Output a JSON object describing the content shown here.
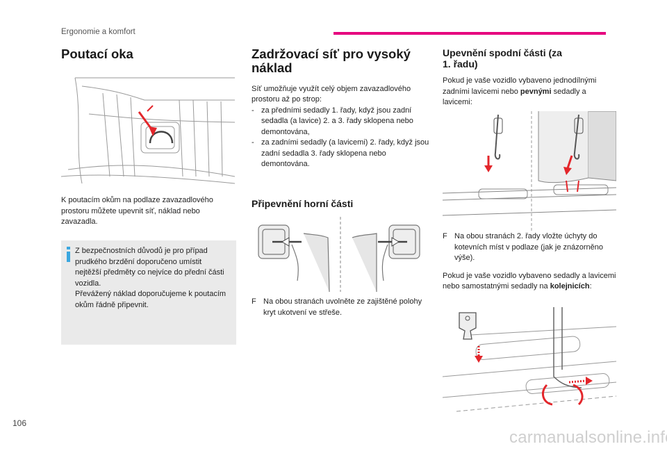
{
  "header": {
    "section": "Ergonomie a komfort",
    "accent_color": "#e6007e"
  },
  "page_number": "106",
  "watermark": "carmanualsonline.info",
  "col1": {
    "title": "Poutací oka",
    "body": "K poutacím okům na podlaze zavazadlového prostoru můžete upevnit síť, náklad nebo zavazadla.",
    "info_icon": "info-icon",
    "info_line1": "Z bezpečnostních důvodů je pro případ prudkého brzdění doporučeno umístit nejtěžší předměty co nejvíce do přední části vozidla.",
    "info_line2": "Převážený náklad doporučujeme k poutacím okům řádně připevnit."
  },
  "col2": {
    "title_line1": "Zadržovací síť pro vysoký",
    "title_line2": "náklad",
    "intro": "Síť umožňuje využít celý objem zavazadlového prostoru až po strop:",
    "items": [
      "za předními sedadly 1. řady, když jsou zadní sedadla (a lavice) 2. a 3. řady sklopena nebo demontována,",
      "za zadními sedadly (a lavicemi) 2. řady, když jsou zadní sedadla 3. řady sklopena nebo demontována."
    ],
    "subtitle": "Připevnění horní části",
    "check_mark": "F",
    "step": "Na obou stranách uvolněte ze zajištěné polohy kryt ukotvení ve střeše."
  },
  "col3": {
    "title_line1": "Upevnění spodní části (za",
    "title_line2": "1. řadu)",
    "p1_before": "Pokud je vaše vozidlo vybaveno jednodílnými zadními lavicemi nebo ",
    "p1_bold": "pevnými",
    "p1_after": " sedadly a lavicemi:",
    "check_mark": "F",
    "step": "Na obou stranách 2. řady vložte úchyty do kotevních míst v podlaze (jak je znázorněno výše).",
    "p2_before": "Pokud je vaše vozidlo vybaveno sedadly a lavicemi nebo samostatnými sedadly na ",
    "p2_bold": "kolejnicích",
    "p2_after": ":"
  },
  "colors": {
    "arrow_red": "#e3262b",
    "line_gray": "#9a9a9a",
    "info_blue": "#3aa7e0"
  }
}
